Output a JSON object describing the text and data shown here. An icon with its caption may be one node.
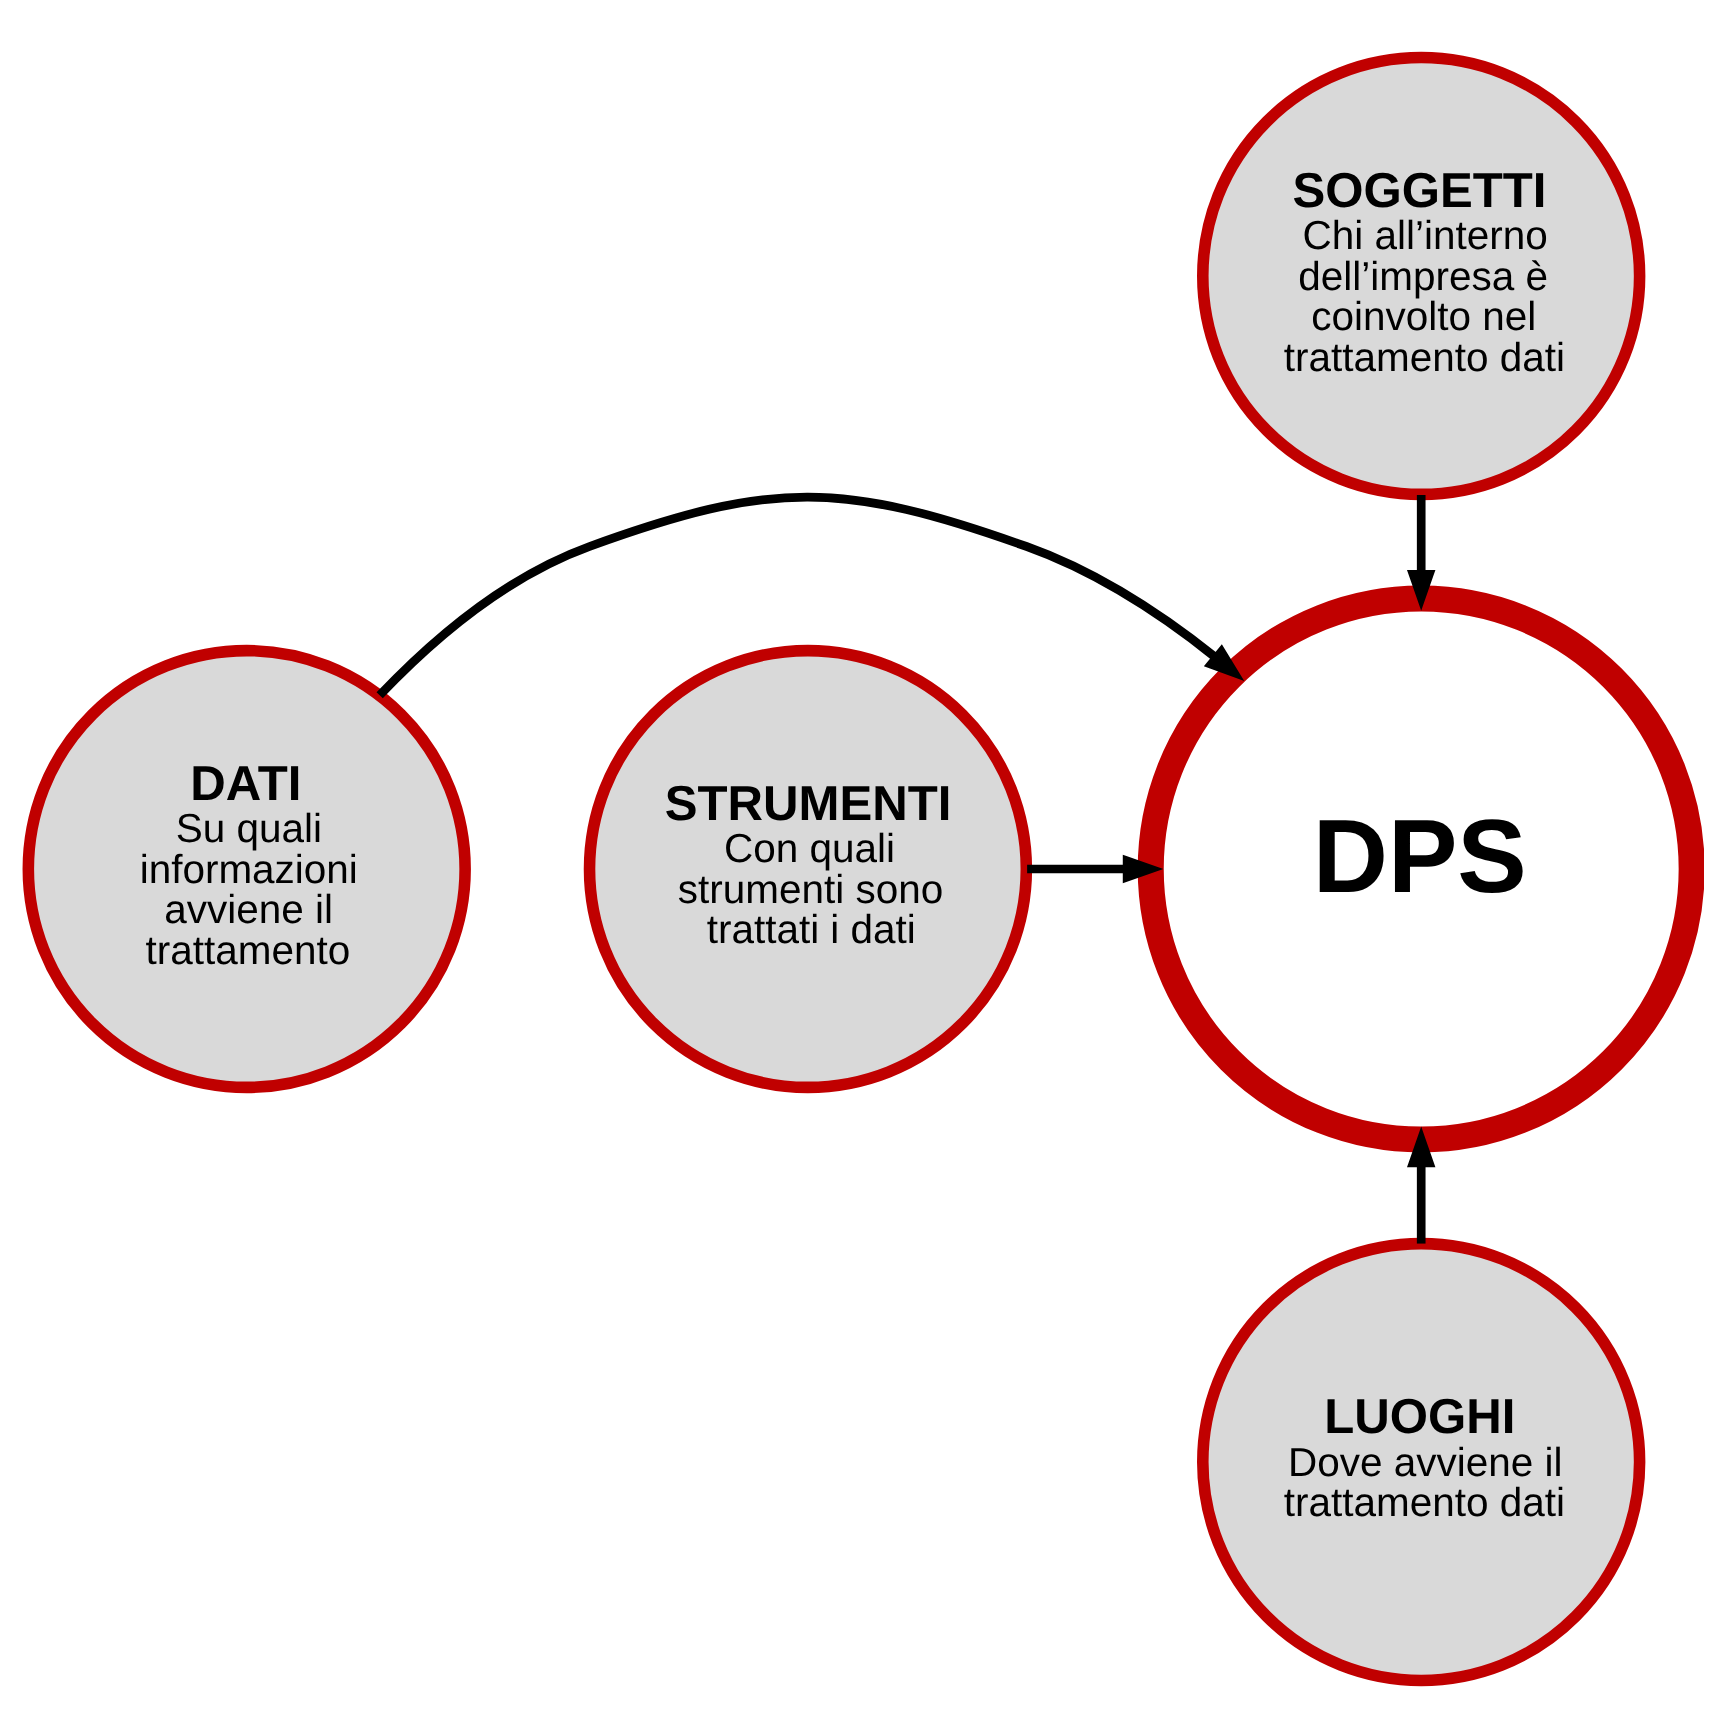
{
  "diagram": {
    "nodes": [
      {
        "text": [
          "SOGGETTI",
          "Chi all’interno dell’impresa è coinvolto nel trattamento dati"
        ]
      },
      {
        "text": [
          "DATI",
          "Su quali informazioni avviene il trattamento"
        ]
      },
      {
        "text": [
          "DPS"
        ]
      },
      {
        "text": [
          "STRUMENTI",
          "Con quali strumenti sono trattati i dati"
        ]
      },
      {
        "text": [
          "LUOGHI",
          "Dove avviene il trattamento dati"
        ]
      }
    ],
    "edges": [
      {
        "from": 0,
        "to": 2,
        "arrow": "to"
      },
      {
        "from": 1,
        "to": 2,
        "arrow": "to"
      },
      {
        "from": 3,
        "to": 2,
        "arrow": "to"
      },
      {
        "from": 4,
        "to": 2,
        "arrow": "to"
      }
    ]
  }
}
